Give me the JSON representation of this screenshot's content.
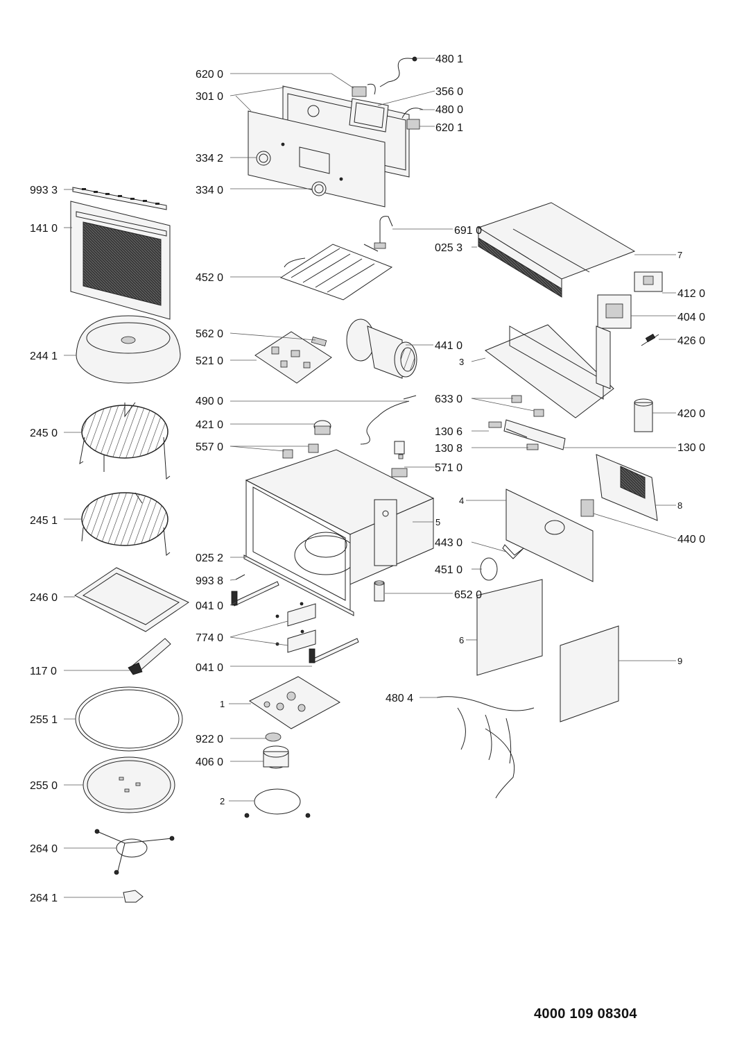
{
  "document_code": "4000 109 08304",
  "labels": {
    "l4801": "480 1",
    "l6200": "620 0",
    "l3010": "301 0",
    "l3560": "356 0",
    "l4800": "480 0",
    "l6201": "620 1",
    "l3342": "334 2",
    "l9933": "993 3",
    "l3340": "334 0",
    "l1410": "141 0",
    "l6910": "691 0",
    "l0253": "025 3",
    "n7": "7",
    "l4520": "452 0",
    "l4120": "412 0",
    "l4040": "404 0",
    "l5620": "562 0",
    "l2441": "244 1",
    "l4410": "441 0",
    "l4260": "426 0",
    "l5210": "521 0",
    "n3": "3",
    "l4900": "490 0",
    "l6330": "633 0",
    "l2450": "245 0",
    "l4210": "421 0",
    "l4200": "420 0",
    "l1306": "130 6",
    "l5570": "557 0",
    "l1308": "130 8",
    "l1300": "130 0",
    "l5710": "571 0",
    "n4": "4",
    "n8": "8",
    "l2451": "245 1",
    "n5": "5",
    "l4400": "440 0",
    "l4430": "443 0",
    "l0252": "025 2",
    "l9938": "993 8",
    "l4510": "451 0",
    "l2460": "246 0",
    "l6520": "652 0",
    "l0410a": "041 0",
    "l7740": "774 0",
    "n6": "6",
    "n9": "9",
    "l1170": "117 0",
    "l0410b": "041 0",
    "l4804": "480 4",
    "n1": "1",
    "l2551": "255 1",
    "l9220": "922 0",
    "l4060": "406 0",
    "l2550": "255 0",
    "n2": "2",
    "l2640": "264 0",
    "l2641": "264 1"
  }
}
